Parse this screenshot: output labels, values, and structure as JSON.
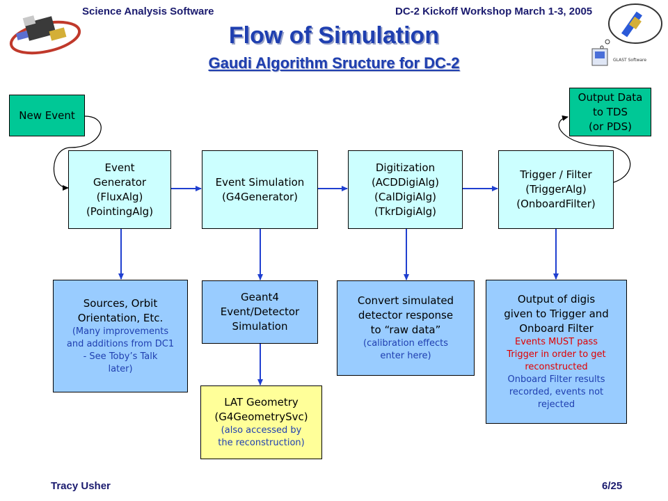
{
  "header": {
    "left": "Science Analysis Software",
    "right": "DC-2 Kickoff Workshop March 1-3, 2005"
  },
  "title": "Flow of Simulation",
  "subtitle": "Gaudi Algorithm Sructure for DC-2",
  "nodes": {
    "new_event": "New Event",
    "output_data": [
      "Output Data",
      "to TDS",
      "(or PDS)"
    ],
    "event_generator": [
      "Event",
      "Generator",
      "(FluxAlg)",
      "(PointingAlg)"
    ],
    "event_simulation": [
      "Event Simulation",
      "(G4Generator)"
    ],
    "digitization": [
      "Digitization",
      "(ACDDigiAlg)",
      "(CalDigiAlg)",
      "(TkrDigiAlg)"
    ],
    "trigger_filter": [
      "Trigger / Filter",
      "(TriggerAlg)",
      "(OnboardFilter)"
    ],
    "sources": {
      "main": [
        "Sources, Orbit",
        "Orientation, Etc."
      ],
      "note": [
        "(Many improvements",
        "and additions from DC1",
        "- See Toby’s Talk",
        "later)"
      ]
    },
    "geant4": [
      "Geant4",
      "Event/Detector",
      "Simulation"
    ],
    "convert": {
      "main": [
        "Convert simulated",
        "detector response",
        "to “raw data”"
      ],
      "note": [
        "(calibration effects",
        "enter here)"
      ]
    },
    "output_digis": {
      "main": [
        "Output of digis",
        "given to Trigger and",
        "Onboard Filter"
      ],
      "note_red": [
        "Events MUST pass",
        "Trigger in order to get",
        "reconstructed"
      ],
      "note_blue": [
        "Onboard Filter results",
        "recorded, events not",
        "rejected"
      ]
    },
    "lat_geometry": {
      "main": [
        "LAT Geometry",
        "(G4GeometrySvc)"
      ],
      "note": [
        "(also accessed by",
        "the reconstruction)"
      ]
    }
  },
  "footer": {
    "left": "Tracy Usher",
    "right": "6/25"
  },
  "colors": {
    "heading": "#1f3fb0",
    "green_box": "#00c896",
    "cyan_box": "#ccffff",
    "blue_box": "#99ccff",
    "yellow_box": "#ffff99",
    "arrow": "#1f3fd0",
    "note_red": "#e00000"
  },
  "icons": [
    "satellite-logo-icon",
    "glast-software-logo-icon"
  ]
}
